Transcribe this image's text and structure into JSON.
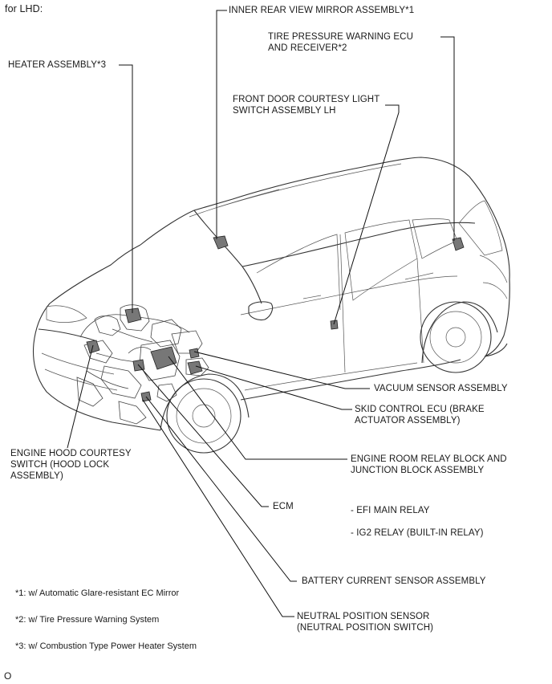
{
  "header": {
    "variant": "for LHD:"
  },
  "labels": {
    "inner_mirror": "INNER REAR VIEW MIRROR ASSEMBLY*1",
    "tire_pressure": "TIRE PRESSURE WARNING ECU\nAND RECEIVER*2",
    "heater": "HEATER ASSEMBLY*3",
    "front_door": "FRONT DOOR COURTESY LIGHT\nSWITCH ASSEMBLY LH",
    "vacuum": "VACUUM SENSOR ASSEMBLY",
    "skid": "SKID CONTROL ECU (BRAKE\nACTUATOR ASSEMBLY)",
    "hood": "ENGINE HOOD COURTESY\nSWITCH (HOOD LOCK\nASSEMBLY)",
    "relay_block": "ENGINE ROOM RELAY BLOCK AND\nJUNCTION BLOCK ASSEMBLY",
    "ecm": "ECM",
    "efi": "- EFI MAIN RELAY",
    "ig2": "- IG2 RELAY (BUILT-IN RELAY)",
    "battery": "BATTERY CURRENT SENSOR ASSEMBLY",
    "neutral": "NEUTRAL POSITION SENSOR\n(NEUTRAL POSITION SWITCH)"
  },
  "notes": {
    "n1": "*1: w/ Automatic Glare-resistant EC Mirror",
    "n2": "*2: w/ Tire Pressure Warning System",
    "n3": "*3: w/ Combustion Type Power Heater System"
  },
  "footer": {
    "code": "O"
  }
}
